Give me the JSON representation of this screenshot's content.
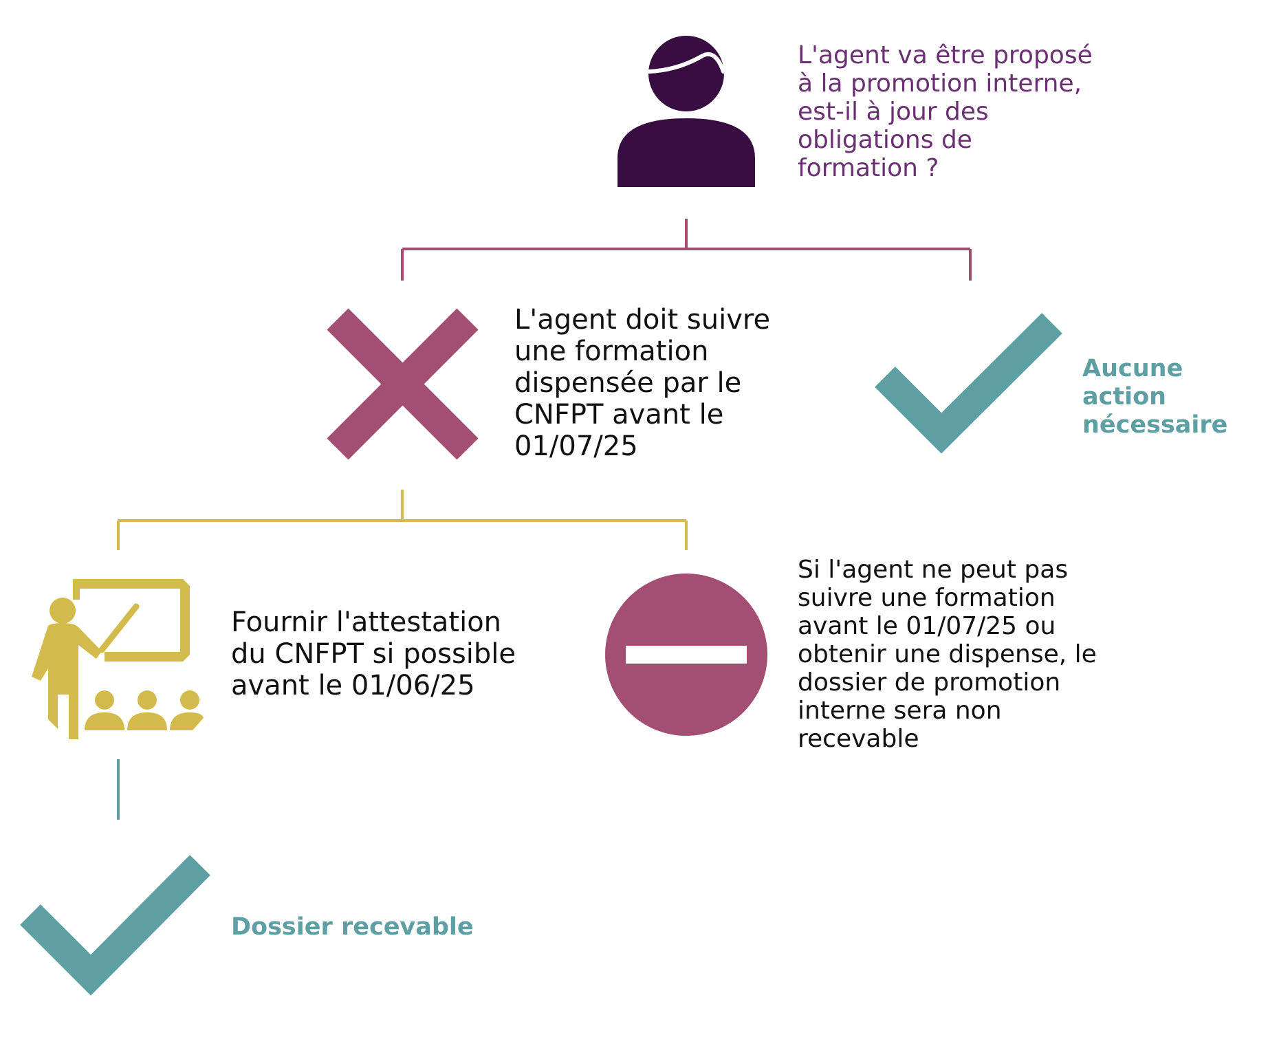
{
  "nodes": {
    "question": "L'agent va être proposé\nà la promotion interne,\nest-il à jour des\nobligations de\nformation ?",
    "no_action": "Aucune action\nnécessaire",
    "must_train": "L'agent doit suivre\nune formation\ndispensée par le\nCNFPT avant le\n01/07/25",
    "attestation": "Fournir l'attestation\ndu CNFPT si possible\navant le 01/06/25",
    "not_receivable": "Si l'agent ne peut pas\nsuivre une formation\navant le 01/07/25 ou\nobtenir une dispense, le\ndossier de promotion\ninterne sera non\nrecevable",
    "receivable": "Dossier recevable"
  },
  "colors": {
    "purple_dark": "#370d42",
    "purple_text": "#6b2f74",
    "magenta": "#a34e73",
    "gold": "#d2bb4c",
    "teal": "#5e9fa3"
  },
  "icons": {
    "agent": "person-icon",
    "no": "cross-icon",
    "yes": "checkmark-icon",
    "training": "teacher-presentation-icon",
    "blocked": "no-entry-icon"
  }
}
